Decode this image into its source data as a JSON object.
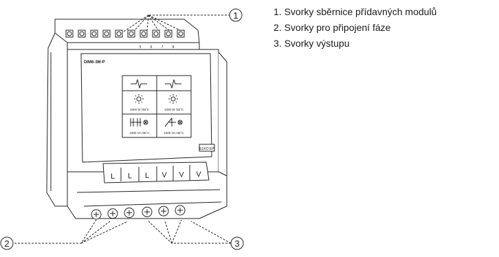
{
  "device": {
    "model": "DIM6-3M-P",
    "brand_logo": "ELKO EP",
    "channels": [
      {
        "power_resistive": "1000 W /35°C",
        "power_inductive": "1000 VA /35°C"
      },
      {
        "power_resistive": "1000 W /35°C",
        "power_inductive": "1000 VA /35°C"
      }
    ],
    "top_terminal_numbers": [
      "5",
      "6",
      "7",
      "8"
    ],
    "terminal_labels": [
      "L",
      "L",
      "L",
      "V",
      "V",
      "V"
    ]
  },
  "callouts": [
    {
      "number": "1",
      "target": "module-bus-terminals"
    },
    {
      "number": "2",
      "target": "phase-terminals"
    },
    {
      "number": "3",
      "target": "output-terminals"
    }
  ],
  "legend": [
    {
      "text": "1. Svorky sběrnice přídavných modulů"
    },
    {
      "text": "2. Svorky pro připojení fáze"
    },
    {
      "text": "3. Svorky výstupu"
    }
  ]
}
